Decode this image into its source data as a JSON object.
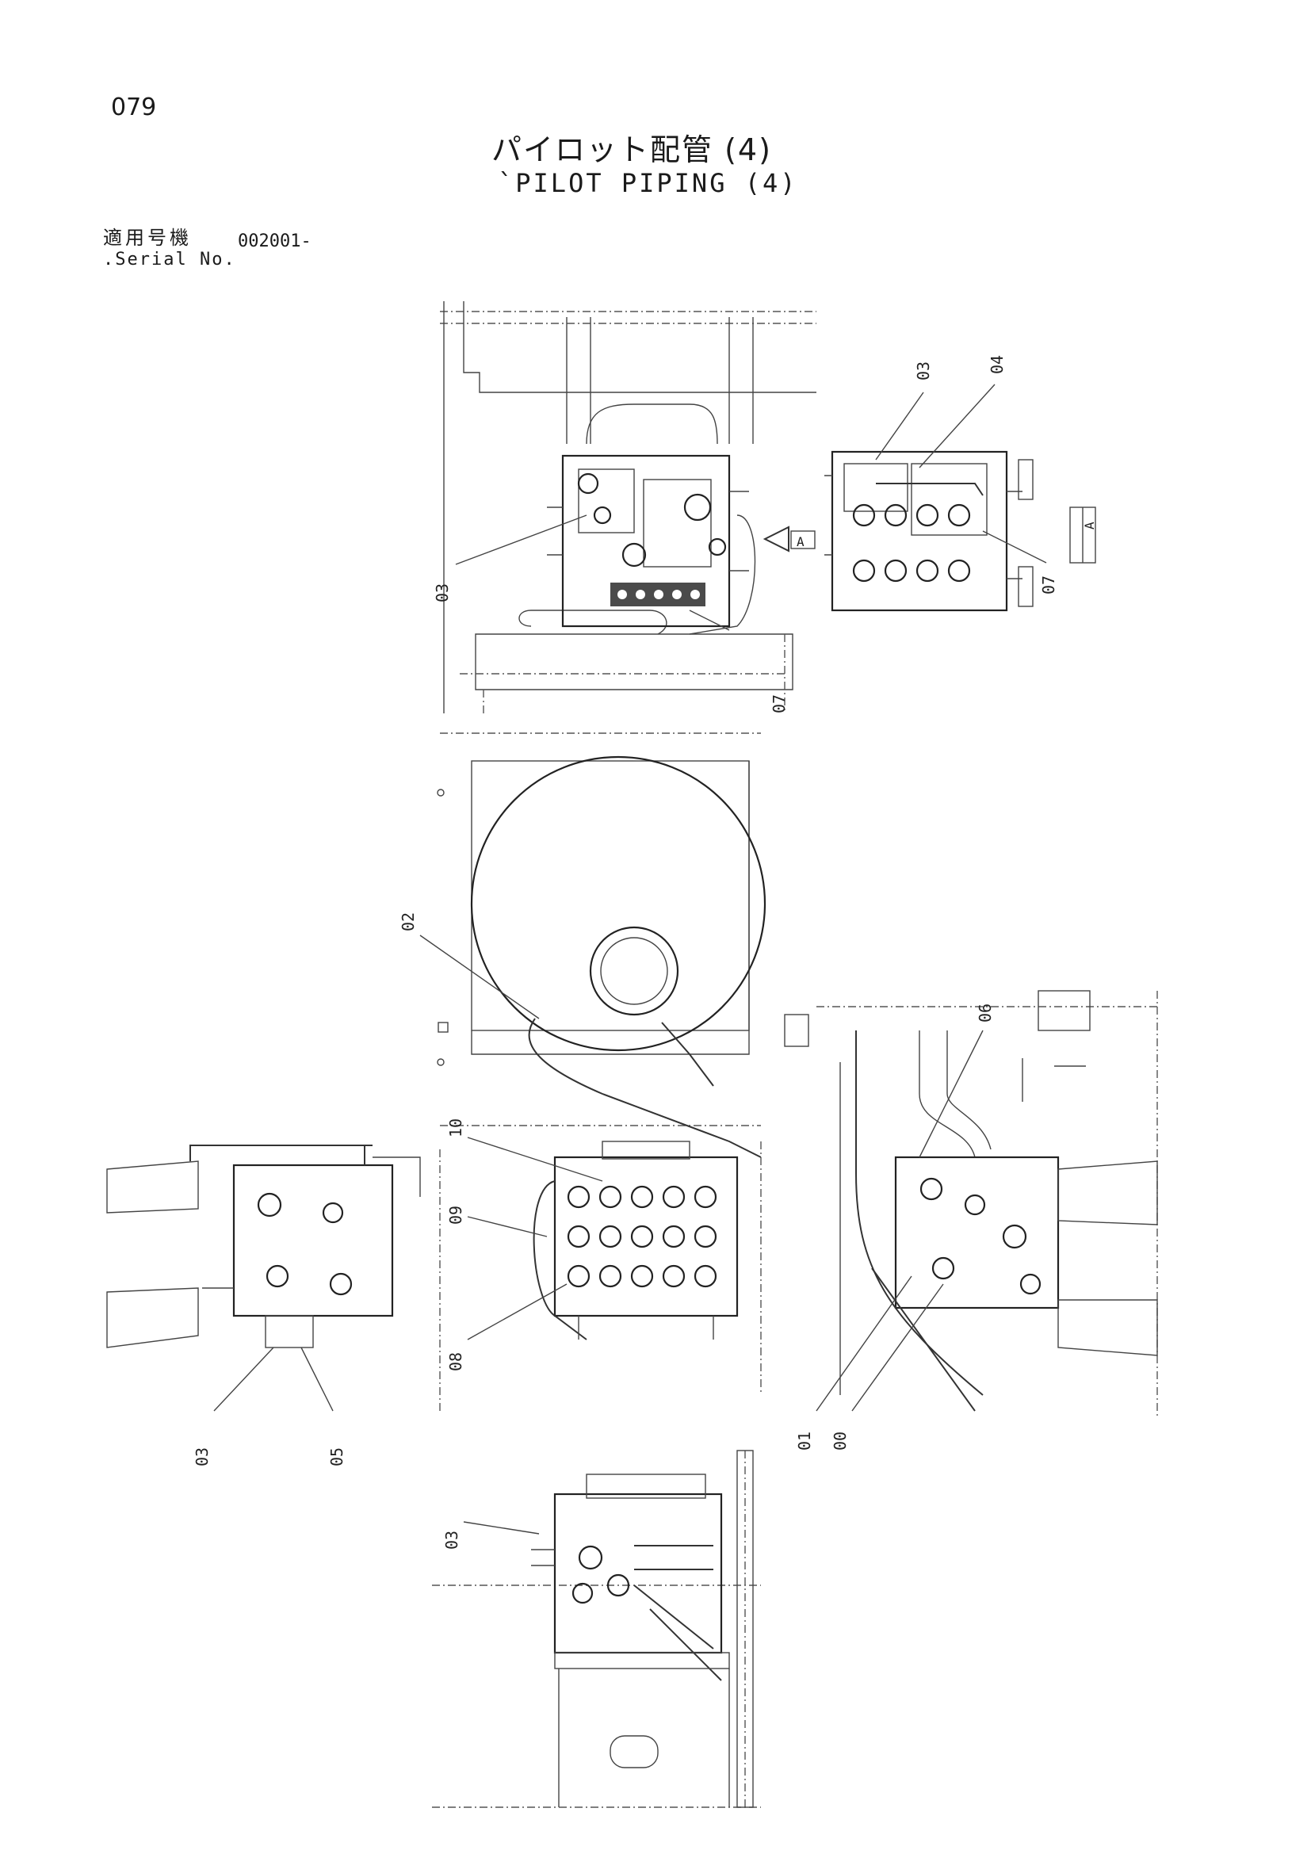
{
  "page_number": "079",
  "title_jp": "パイロット配管 (4)",
  "title_en": "`PILOT PIPING (4)",
  "serial": {
    "label_jp": "適用号機",
    "label_en": ".Serial No.",
    "value": "002001-"
  },
  "callouts": {
    "v1": [
      "03",
      "04",
      "07",
      "03",
      "07"
    ],
    "v2": [
      "02"
    ],
    "v3": [
      "10",
      "09",
      "08",
      "03",
      "05"
    ],
    "v4": [
      "06",
      "01",
      "00"
    ],
    "v5": [
      "03"
    ]
  },
  "view_marker": "A",
  "view_box_label": "A"
}
